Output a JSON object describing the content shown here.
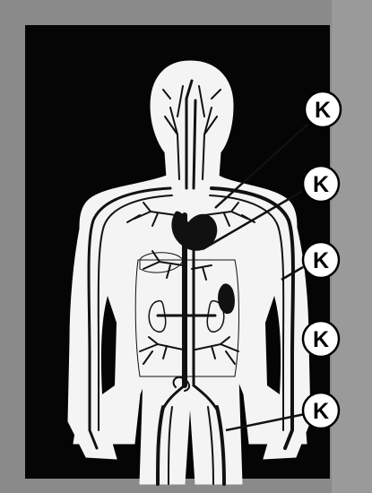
{
  "diagram": {
    "labels": [
      {
        "id": "k1",
        "text": "K"
      },
      {
        "id": "k2",
        "text": "K"
      },
      {
        "id": "k3",
        "text": "K"
      },
      {
        "id": "k4",
        "text": "K"
      },
      {
        "id": "k5",
        "text": "K"
      }
    ],
    "colors": {
      "frame": "#8a8a8a",
      "background": "#050505",
      "body": "#f4f4f4",
      "vessel": "#111111",
      "badge_fill": "#ffffff",
      "badge_stroke": "#000000"
    }
  }
}
